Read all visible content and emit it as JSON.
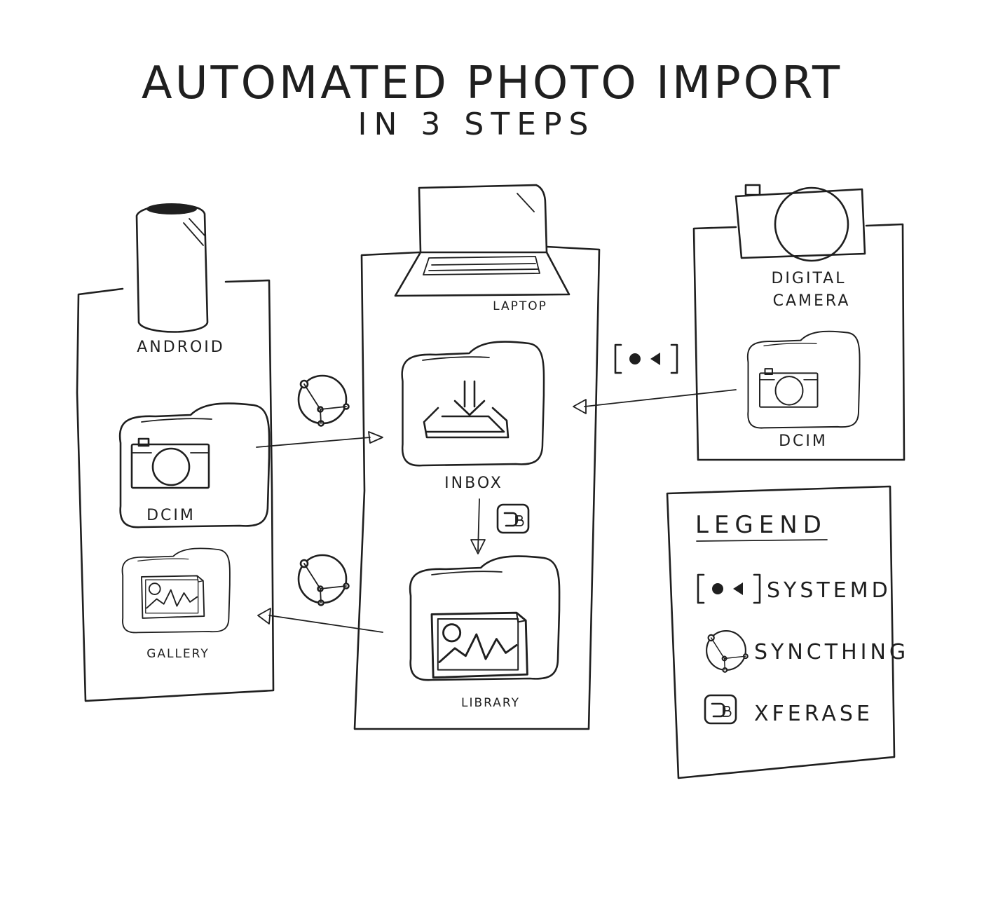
{
  "title": "AUTOMATED PHOTO IMPORT",
  "subtitle": "IN 3 STEPS",
  "android": {
    "device_label": "ANDROID",
    "dcim_label": "DCIM",
    "gallery_label": "GALLERY"
  },
  "laptop": {
    "device_label": "LAPTOP",
    "inbox_label": "INBOX",
    "library_label": "LIBRARY"
  },
  "camera": {
    "device_label_line1": "DIGITAL",
    "device_label_line2": "CAMERA",
    "dcim_label": "DCIM"
  },
  "legend": {
    "title": "LEGEND",
    "items": [
      {
        "icon": "systemd-icon",
        "label": "SYSTEMD"
      },
      {
        "icon": "syncthing-icon",
        "label": "SYNCTHING"
      },
      {
        "icon": "xferase-icon",
        "label": "XFERASE"
      }
    ]
  },
  "flows": [
    {
      "from": "DCIM (android)",
      "to": "INBOX",
      "via": "syncthing-icon"
    },
    {
      "from": "DCIM (camera)",
      "to": "INBOX",
      "via": "systemd-icon"
    },
    {
      "from": "INBOX",
      "to": "LIBRARY",
      "via": "xferase-icon"
    },
    {
      "from": "LIBRARY",
      "to": "GALLERY",
      "via": "syncthing-icon"
    }
  ]
}
